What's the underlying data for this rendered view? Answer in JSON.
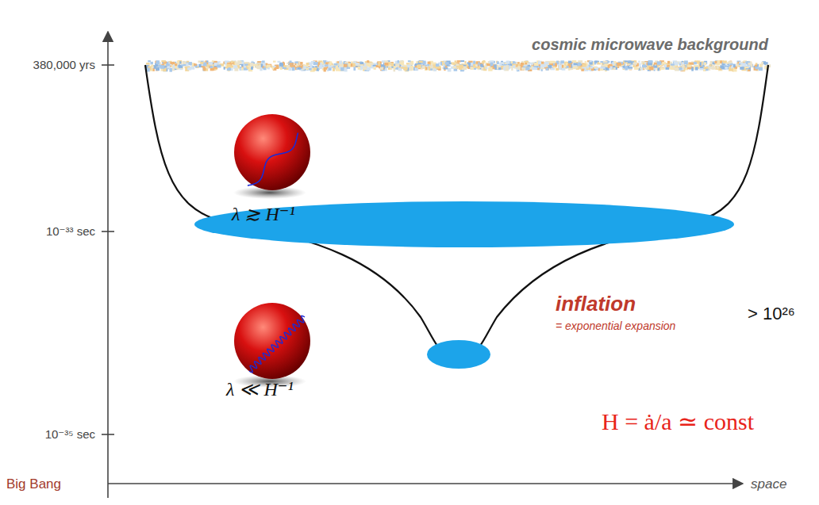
{
  "diagram": {
    "labels": [
      "cosmic microwave background",
      "380,000 yrs",
      "10⁻³³ sec",
      "10⁻³⁵ sec",
      "Big Bang",
      "space",
      "inflation",
      "= exponential expansion",
      "> 10²⁶",
      "λ ≳ H⁻¹",
      "λ ≪ H⁻¹",
      "H = ȧ/a ≃ const"
    ]
  }
}
